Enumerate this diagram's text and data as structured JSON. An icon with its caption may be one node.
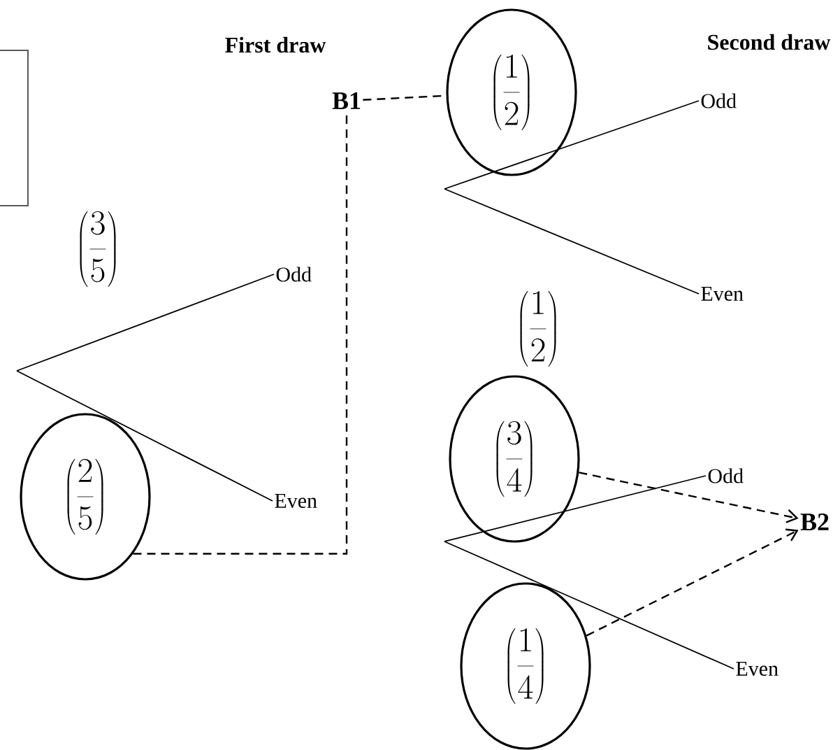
{
  "diagram": {
    "nodes": [
      {
        "text": [
          "B1"
        ]
      },
      {
        "text": [
          "\\left(\\frac{1}{2}\\right)"
        ]
      },
      {
        "text": [
          "Odd"
        ]
      },
      {
        "text": [
          "Even"
        ]
      },
      {
        "text": [
          "Odd"
        ]
      },
      {
        "text": [
          "\\left(\\frac{2}{5}\\right)"
        ]
      },
      {
        "text": [
          "Even"
        ]
      },
      {
        "text": [
          "\\left(\\frac{3}{4}\\right)"
        ]
      },
      {
        "text": [
          "Odd"
        ]
      },
      {
        "text": [
          "\\left(\\frac{1}{4}\\right)"
        ]
      },
      {
        "text": [
          "Even"
        ]
      },
      {
        "text": [
          "B2"
        ]
      }
    ],
    "edges": [
      {
        "from": 0,
        "to": 1,
        "arrow": "none",
        "style": "dashed"
      },
      {
        "from": null,
        "to": 2,
        "arrow": "none"
      },
      {
        "from": null,
        "to": 3,
        "arrow": "none"
      },
      {
        "from": null,
        "to": 4,
        "arrow": "none"
      },
      {
        "from": null,
        "to": 6,
        "arrow": "none"
      },
      {
        "from": 5,
        "to": 0,
        "arrow": "none",
        "style": "dashed"
      },
      {
        "from": null,
        "to": 8,
        "arrow": "none"
      },
      {
        "from": null,
        "to": 10,
        "arrow": "none"
      },
      {
        "from": 7,
        "to": 11,
        "arrow": "to",
        "style": "dashed"
      },
      {
        "from": 9,
        "to": 11,
        "arrow": "to",
        "style": "dashed"
      }
    ],
    "labels": [
      "First draw",
      "Second draw",
      "\\left(\\frac{3}{5}\\right)",
      "\\left(\\frac{1}{2}\\right)"
    ]
  }
}
